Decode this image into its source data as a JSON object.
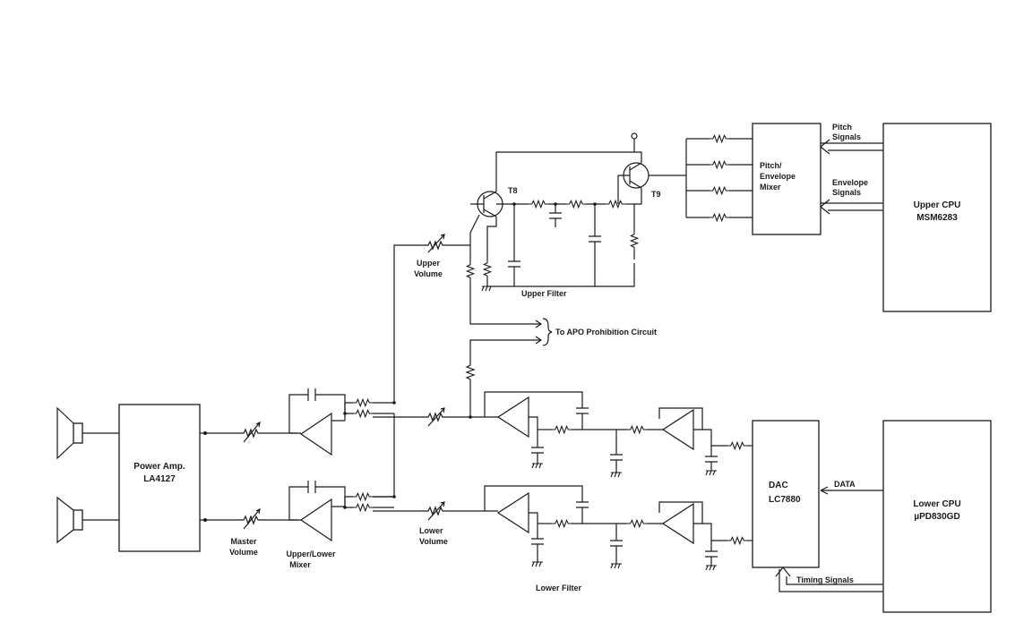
{
  "blocks": {
    "power_amp": [
      "Power Amp.",
      "LA4127"
    ],
    "upper_cpu": [
      "Upper CPU",
      "MSM6283"
    ],
    "lower_cpu": [
      "Lower CPU",
      "µPD830GD"
    ],
    "dac": [
      "DAC",
      "LC7880"
    ],
    "pitch_mixer": [
      "Pitch/",
      "Envelope",
      "Mixer"
    ]
  },
  "labels": {
    "pitch_signals": [
      "Pitch",
      "Signals"
    ],
    "envelope_signals": [
      "Envelope",
      "Signals"
    ],
    "t8": "T8",
    "t9": "T9",
    "upper_volume": [
      "Upper",
      "Volume"
    ],
    "upper_filter": "Upper Filter",
    "apo": "To APO Prohibition Circuit",
    "master_volume": [
      "Master",
      "Volume"
    ],
    "mixer": [
      "Upper/Lower",
      "Mixer"
    ],
    "lower_volume": [
      "Lower",
      "Volume"
    ],
    "lower_filter": "Lower Filter",
    "data": "DATA",
    "timing": "Timing Signals"
  }
}
